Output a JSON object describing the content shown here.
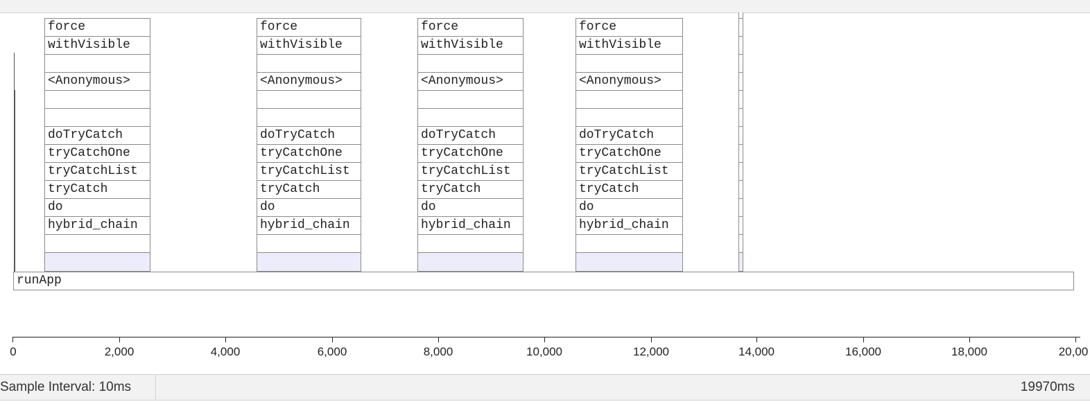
{
  "flamegraph": {
    "columns": [
      {
        "frames": {
          "force": "force",
          "withVisible": "withVisible",
          "blank1": "",
          "anonymous": "<Anonymous>",
          "blank2": "",
          "blank3": "",
          "doTryCatch": "doTryCatch",
          "tryCatchOne": "tryCatchOne",
          "tryCatchList": "tryCatchList",
          "tryCatch": "tryCatch",
          "do": "do",
          "hybrid_chain": "hybrid_chain",
          "blank4": ""
        }
      },
      {
        "frames": {
          "force": "force",
          "withVisible": "withVisible",
          "blank1": "",
          "anonymous": "<Anonymous>",
          "blank2": "",
          "blank3": "",
          "doTryCatch": "doTryCatch",
          "tryCatchOne": "tryCatchOne",
          "tryCatchList": "tryCatchList",
          "tryCatch": "tryCatch",
          "do": "do",
          "hybrid_chain": "hybrid_chain",
          "blank4": ""
        }
      },
      {
        "frames": {
          "force": "force",
          "withVisible": "withVisible",
          "blank1": "",
          "anonymous": "<Anonymous>",
          "blank2": "",
          "blank3": "",
          "doTryCatch": "doTryCatch",
          "tryCatchOne": "tryCatchOne",
          "tryCatchList": "tryCatchList",
          "tryCatch": "tryCatch",
          "do": "do",
          "hybrid_chain": "hybrid_chain",
          "blank4": ""
        }
      },
      {
        "frames": {
          "force": "force",
          "withVisible": "withVisible",
          "blank1": "",
          "anonymous": "<Anonymous>",
          "blank2": "",
          "blank3": "",
          "doTryCatch": "doTryCatch",
          "tryCatchOne": "tryCatchOne",
          "tryCatchList": "tryCatchList",
          "tryCatch": "tryCatch",
          "do": "do",
          "hybrid_chain": "hybrid_chain",
          "blank4": ""
        }
      }
    ],
    "root_label": "runApp",
    "highlight_color": "#ececfb"
  },
  "axis": {
    "ticks": [
      "0",
      "2,000",
      "4,000",
      "6,000",
      "8,000",
      "10,000",
      "12,000",
      "14,000",
      "16,000",
      "18,000",
      "20,00"
    ]
  },
  "status": {
    "sample_interval": "Sample Interval: 10ms",
    "total_time": "19970ms"
  }
}
